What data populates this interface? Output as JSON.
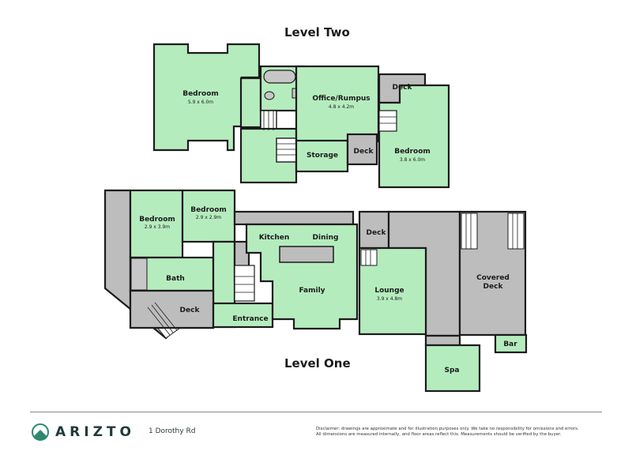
{
  "levels": {
    "two": {
      "title": "Level Two"
    },
    "one": {
      "title": "Level One"
    }
  },
  "rooms": {
    "l2_bedroom_main": {
      "label": "Bedroom",
      "dim": "5.9 x 6.0m"
    },
    "l2_office": {
      "label": "Office/Rumpus",
      "dim": "4.8 x 4.2m"
    },
    "l2_deck_top": {
      "label": "Deck"
    },
    "l2_bedroom_right": {
      "label": "Bedroom",
      "dim": "3.8 x 6.0m"
    },
    "l2_storage": {
      "label": "Storage"
    },
    "l2_deck_mid": {
      "label": "Deck"
    },
    "l1_bedroom_left": {
      "label": "Bedroom",
      "dim": "2.9 x 3.9m"
    },
    "l1_bedroom_mid": {
      "label": "Bedroom",
      "dim": "2.9 x 2.9m"
    },
    "l1_bath": {
      "label": "Bath"
    },
    "l1_deck_left": {
      "label": "Deck"
    },
    "l1_entrance": {
      "label": "Entrance"
    },
    "l1_kitchen": {
      "label": "Kitchen"
    },
    "l1_dining": {
      "label": "Dining"
    },
    "l1_family": {
      "label": "Family"
    },
    "l1_deck_small": {
      "label": "Deck"
    },
    "l1_lounge": {
      "label": "Lounge",
      "dim": "3.9 x 4.8m"
    },
    "l1_covered_deck": {
      "label": "Covered",
      "label2": "Deck"
    },
    "l1_bar": {
      "label": "Bar"
    },
    "l1_spa": {
      "label": "Spa"
    }
  },
  "colors": {
    "room_fill": "#b5ecbe",
    "deck_fill": "#bdbdbd",
    "wall": "#1b1b1b",
    "brand": "#1f3a3a",
    "brand_accent": "#2e8a6e"
  },
  "footer": {
    "brand_name": "ARIZTO",
    "address": "1 Dorothy Rd",
    "disclaimer_line1": "Disclaimer: drawings are approximate and for illustration purposes only. We take no responsibility for omissions and errors.",
    "disclaimer_line2": "All dimensions are measured internally, and floor areas reflect this. Measurements should be verified by the buyer."
  }
}
